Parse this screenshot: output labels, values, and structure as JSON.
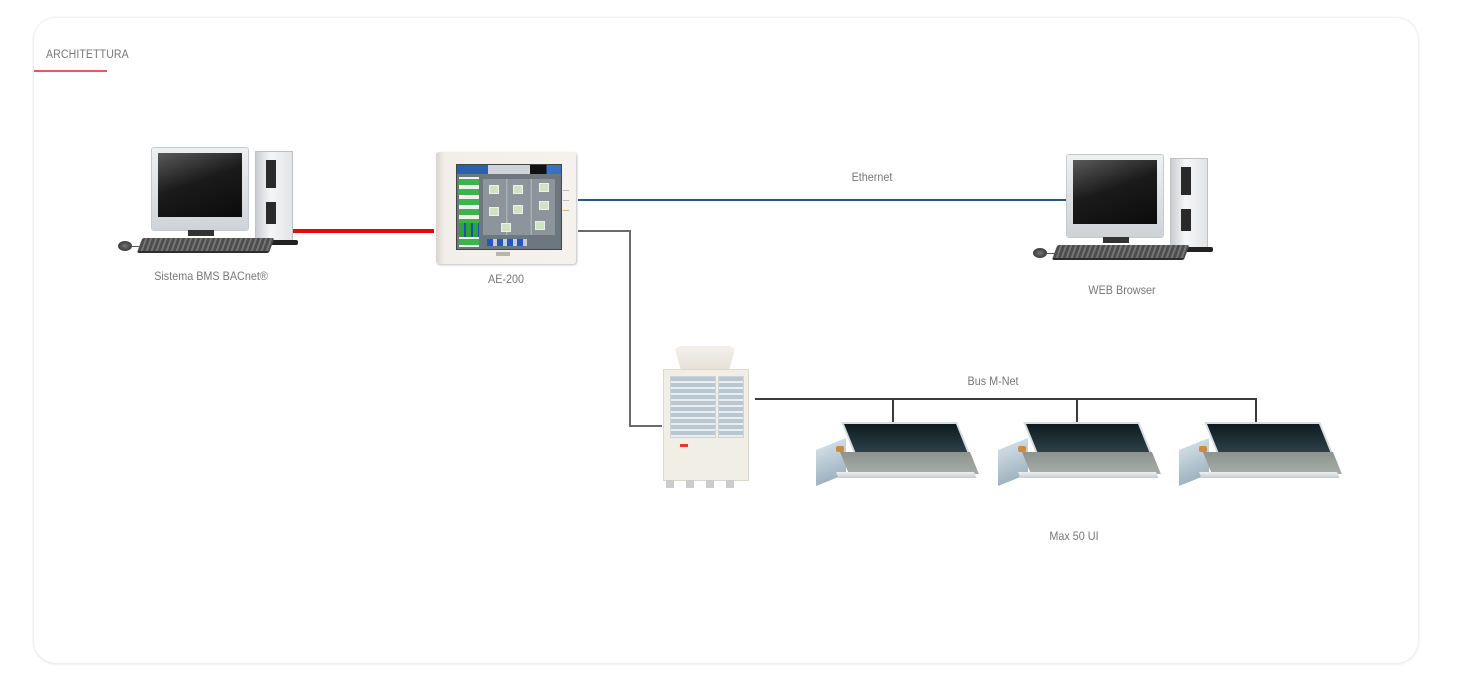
{
  "section": {
    "title": "ARCHITETTURA",
    "accent_color": "#e8595c"
  },
  "diagram": {
    "nodes": [
      {
        "id": "bms",
        "label": "Sistema BMS BACnet®",
        "kind": "desktop-computer"
      },
      {
        "id": "ae200",
        "label": "AE-200",
        "kind": "central-controller"
      },
      {
        "id": "web",
        "label": "WEB Browser",
        "kind": "desktop-computer"
      },
      {
        "id": "outdoor",
        "label": "",
        "kind": "outdoor-unit"
      },
      {
        "id": "indoor1",
        "label": "",
        "kind": "ducted-indoor-unit"
      },
      {
        "id": "indoor2",
        "label": "",
        "kind": "ducted-indoor-unit"
      },
      {
        "id": "indoor3",
        "label": "",
        "kind": "ducted-indoor-unit"
      }
    ],
    "edges": [
      {
        "from": "bms",
        "to": "ae200",
        "label": "",
        "color": "#e30613"
      },
      {
        "from": "ae200",
        "to": "web",
        "label": "Ethernet",
        "color": "#2b5a7e"
      },
      {
        "from": "ae200",
        "to": "outdoor",
        "label": "",
        "color": "#6a6a6a"
      },
      {
        "from": "outdoor",
        "to": "indoor1",
        "label": "Bus M-Net",
        "color": "#3a3a3a"
      },
      {
        "from": "outdoor",
        "to": "indoor2",
        "label": "",
        "color": "#3a3a3a"
      },
      {
        "from": "outdoor",
        "to": "indoor3",
        "label": "",
        "color": "#3a3a3a"
      }
    ],
    "labels": {
      "bms": "Sistema BMS BACnet®",
      "ae200": "AE-200",
      "web": "WEB Browser",
      "ethernet": "Ethernet",
      "bus": "Bus M-Net",
      "max_units": "Max 50 UI"
    }
  }
}
